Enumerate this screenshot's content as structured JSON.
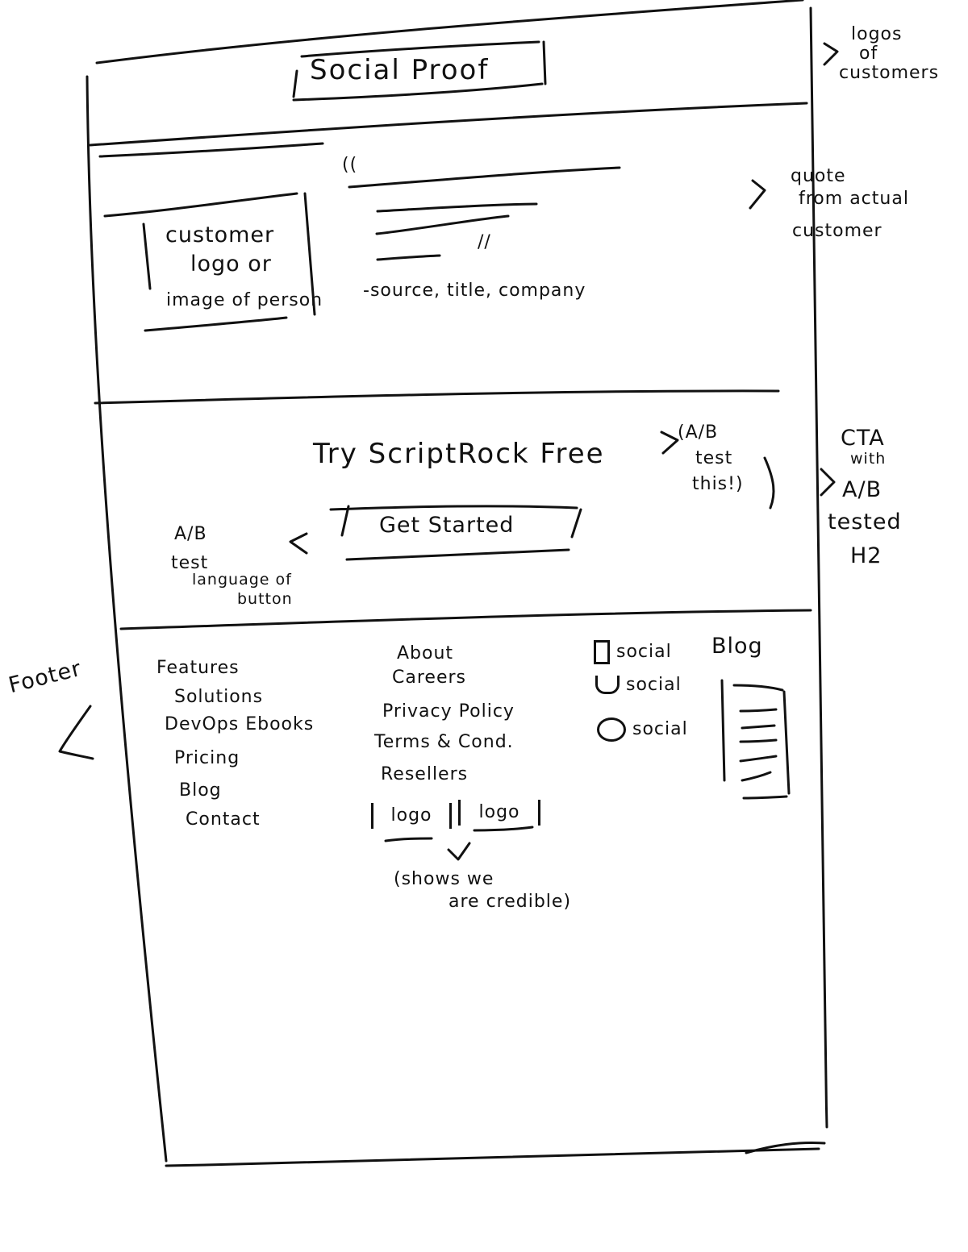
{
  "social_proof": {
    "label": "Social Proof",
    "note": [
      "logos",
      "of",
      "customers"
    ]
  },
  "testimonial": {
    "image_box": [
      "customer",
      "logo or",
      "image of person"
    ],
    "quote_open": "((",
    "quote_close": "//",
    "attribution": "-source, title, company",
    "note": [
      "quote",
      "from actual",
      "customer"
    ]
  },
  "cta": {
    "heading": "Try ScriptRock Free",
    "heading_note": [
      "(A/B",
      "test",
      "this!)"
    ],
    "button_label": "Get Started",
    "button_note": [
      "A/B",
      "test",
      "language of",
      "button"
    ],
    "side_note": [
      "CTA",
      "with",
      "A/B",
      "tested",
      "H2"
    ]
  },
  "footer": {
    "label": "Footer",
    "column1": [
      "Features",
      "Solutions",
      "DevOps Ebooks",
      "Pricing",
      "Blog",
      "Contact"
    ],
    "column2": [
      "About",
      "Careers",
      "Privacy Policy",
      "Terms & Cond.",
      "Resellers"
    ],
    "logos": [
      "logo",
      "logo"
    ],
    "logos_note": [
      "(shows we",
      "are credible)"
    ],
    "social": [
      "social",
      "social",
      "social"
    ],
    "blog_label": "Blog"
  }
}
